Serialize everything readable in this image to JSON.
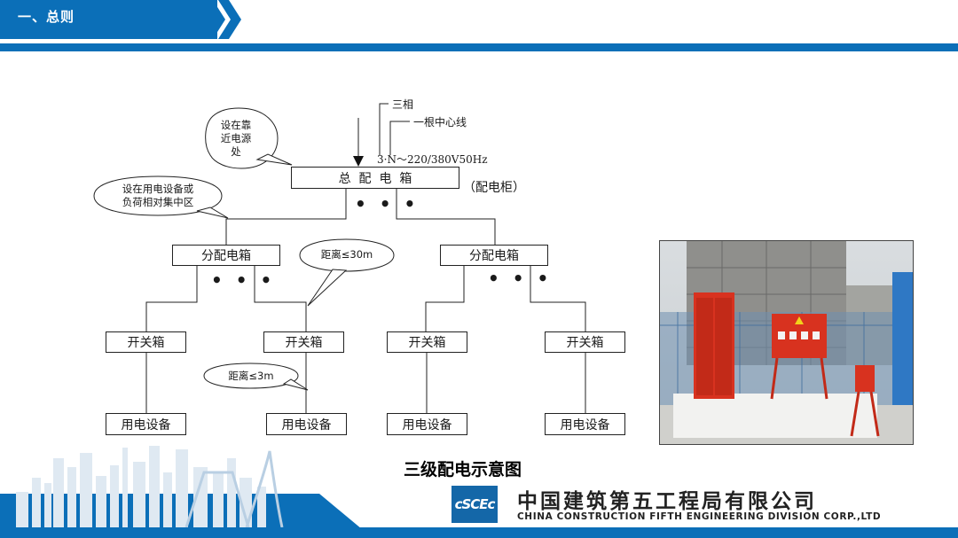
{
  "header": {
    "title": "一、总则"
  },
  "diagram": {
    "power_source": {
      "label_three_phase": "三相",
      "label_neutral": "一根中心线",
      "label_spec": "3·N～220/380V50Hz"
    },
    "main_box": {
      "label": "总  配  电  箱",
      "note": "（配电柜）"
    },
    "callout_main": "设在靠近电源处",
    "callout_main_lines": [
      "设在靠",
      "近电源",
      "处"
    ],
    "callout_sub_lines": [
      "设在用电设备或",
      "负荷相对集中区"
    ],
    "callout_dist1": "距离≤30m",
    "callout_dist2": "距离≤3m",
    "ellipsis": "• • •",
    "sub_boxes": [
      "分配电箱",
      "分配电箱"
    ],
    "switch_boxes": [
      "开关箱",
      "开关箱",
      "开关箱",
      "开关箱"
    ],
    "devices": [
      "用电设备",
      "用电设备",
      "用电设备",
      "用电设备"
    ]
  },
  "caption": "三级配电示意图",
  "footer": {
    "logo": "cSCEc",
    "company_cn": "中国建筑第五工程局有限公司",
    "company_en": "CHINA CONSTRUCTION FIFTH ENGINEERING DIVISION CORP.,LTD"
  },
  "colors": {
    "brand_blue": "#0b6fb8",
    "cabinet_red": "#d8321f"
  }
}
